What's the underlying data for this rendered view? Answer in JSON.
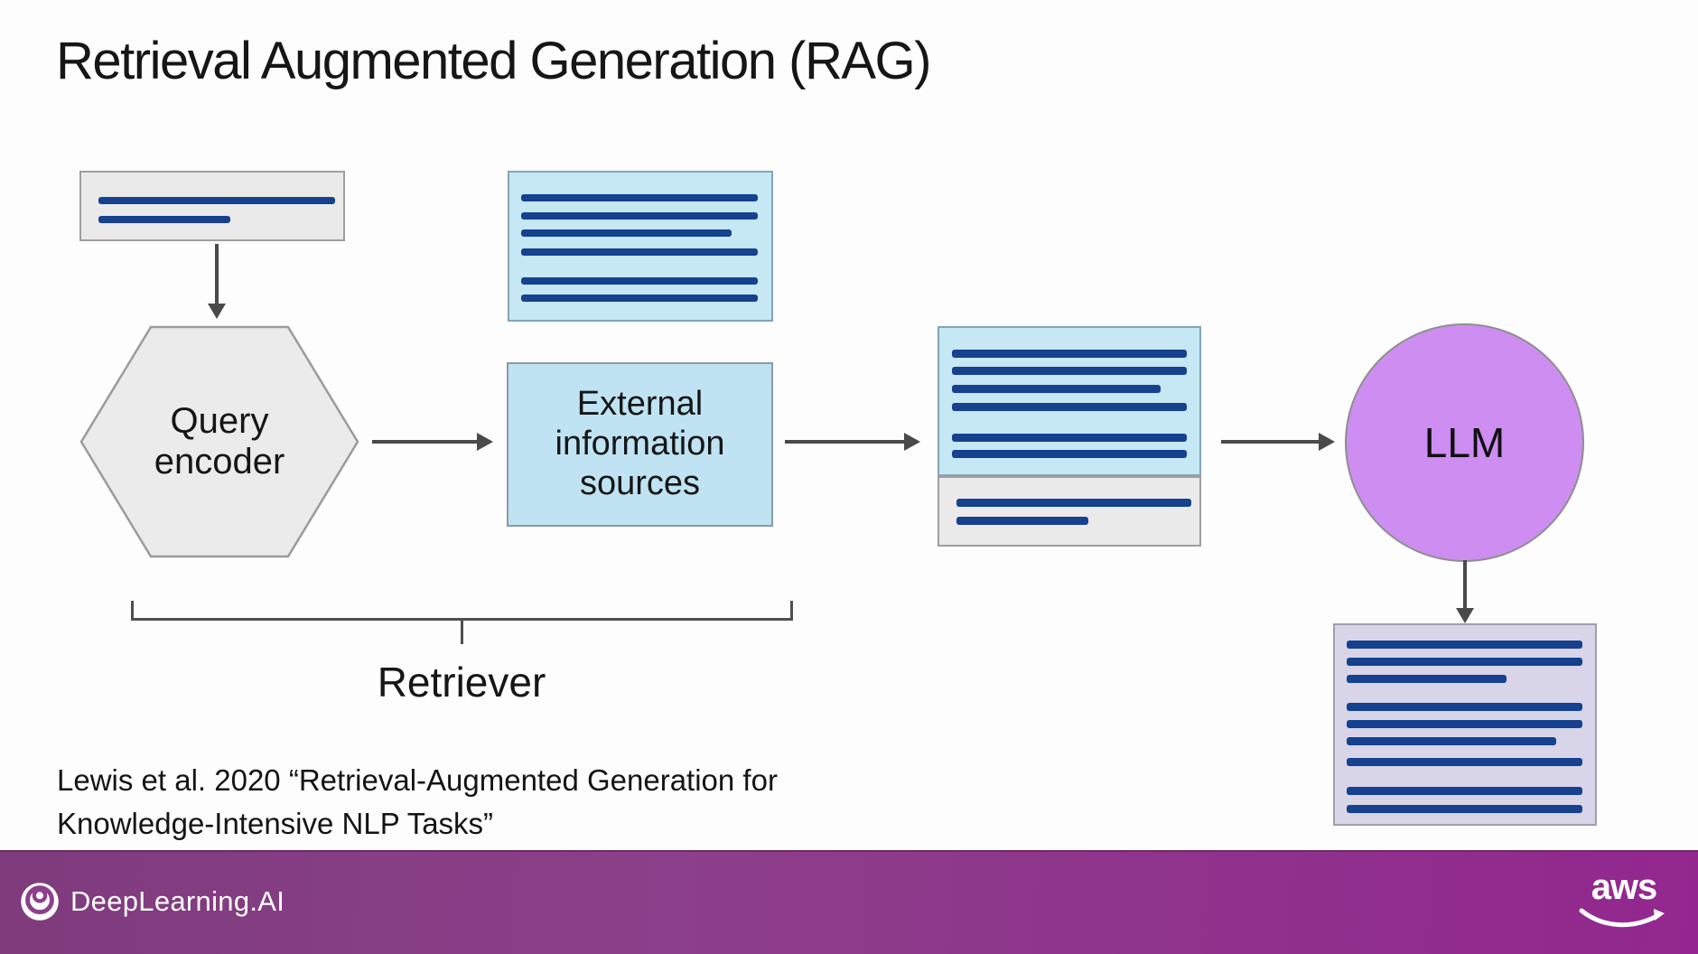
{
  "slide": {
    "title": "Retrieval Augmented Generation (RAG)",
    "retriever_label": "Retriever",
    "citation": {
      "line1": "Lewis et al. 2020 “Retrieval-Augmented Generation for",
      "line2": "Knowledge-Intensive NLP Tasks”"
    }
  },
  "diagram": {
    "query_encoder_label": "Query encoder",
    "external_sources_label": "External information sources",
    "llm_label": "LLM",
    "documents": {
      "query_doc": {
        "lines": [
          [
            19,
            27,
            262,
            8
          ],
          [
            19,
            48,
            146,
            8
          ]
        ]
      },
      "sources_doc": {
        "lines": [
          [
            13,
            24,
            262,
            8
          ],
          [
            13,
            44,
            262,
            8
          ],
          [
            13,
            63,
            233,
            8
          ],
          [
            13,
            84,
            262,
            8
          ],
          [
            13,
            116,
            262,
            8
          ],
          [
            13,
            135,
            262,
            8
          ]
        ]
      },
      "retrieved_doc_blue": {
        "lines": [
          [
            14,
            24,
            260,
            9
          ],
          [
            14,
            43,
            260,
            9
          ],
          [
            14,
            63,
            231,
            9
          ],
          [
            14,
            83,
            260,
            9
          ],
          [
            14,
            117,
            260,
            9
          ],
          [
            14,
            135,
            260,
            9
          ]
        ]
      },
      "retrieved_doc_gray": {
        "lines": [
          [
            19,
            23,
            260,
            9
          ],
          [
            19,
            43,
            146,
            9
          ]
        ]
      },
      "answer_doc": {
        "lines": [
          [
            13,
            17,
            261,
            9
          ],
          [
            13,
            36,
            261,
            9
          ],
          [
            13,
            55,
            177,
            9
          ],
          [
            13,
            86,
            261,
            9
          ],
          [
            13,
            105,
            261,
            9
          ],
          [
            13,
            124,
            232,
            9
          ],
          [
            13,
            147,
            261,
            9
          ],
          [
            13,
            179,
            261,
            9
          ],
          [
            13,
            199,
            261,
            9
          ]
        ]
      }
    }
  },
  "footer": {
    "brand": "DeepLearning.AI",
    "aws_label": "aws"
  },
  "colors": {
    "navy_line": "#15418e",
    "doc_gray_bg": "#eaeaea",
    "doc_gray_border": "#9f9f9f",
    "doc_blue_bg": "#c6e7f4",
    "doc_blue_border": "#85a3b5",
    "external_bg": "#bfe3f2",
    "external_border": "#8a9aa6",
    "lavender_bg": "#d8d5e9",
    "lavender_border": "#9f9fae",
    "llm_bg": "#cd8df1",
    "llm_border": "#8f8f8f",
    "arrow": "#4a4a4a",
    "footer_left": "#7e3c7c",
    "footer_right": "#93278f",
    "text": "#161616"
  }
}
